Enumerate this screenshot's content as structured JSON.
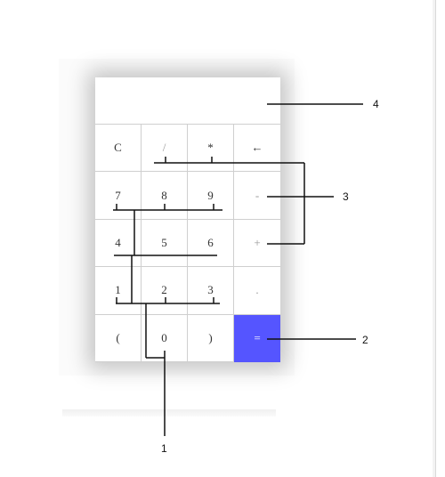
{
  "calculator": {
    "display_value": "",
    "keys": [
      {
        "label": "C",
        "name": "clear-key"
      },
      {
        "label": "/",
        "name": "divide-key"
      },
      {
        "label": "*",
        "name": "multiply-key"
      },
      {
        "label": "←",
        "name": "backspace-key"
      },
      {
        "label": "7",
        "name": "digit-7-key"
      },
      {
        "label": "8",
        "name": "digit-8-key"
      },
      {
        "label": "9",
        "name": "digit-9-key"
      },
      {
        "label": "-",
        "name": "minus-key"
      },
      {
        "label": "4",
        "name": "digit-4-key"
      },
      {
        "label": "5",
        "name": "digit-5-key"
      },
      {
        "label": "6",
        "name": "digit-6-key"
      },
      {
        "label": "+",
        "name": "plus-key"
      },
      {
        "label": "1",
        "name": "digit-1-key"
      },
      {
        "label": "2",
        "name": "digit-2-key"
      },
      {
        "label": "3",
        "name": "digit-3-key"
      },
      {
        "label": ".",
        "name": "decimal-point-key"
      },
      {
        "label": "(",
        "name": "open-paren-key"
      },
      {
        "label": "0",
        "name": "digit-0-key"
      },
      {
        "label": ")",
        "name": "close-paren-key"
      },
      {
        "label": "=",
        "name": "equals-key"
      }
    ],
    "equals_color": "#5555ff"
  },
  "callouts": {
    "digits": "1",
    "equals": "2",
    "operators": "3",
    "display": "4"
  }
}
